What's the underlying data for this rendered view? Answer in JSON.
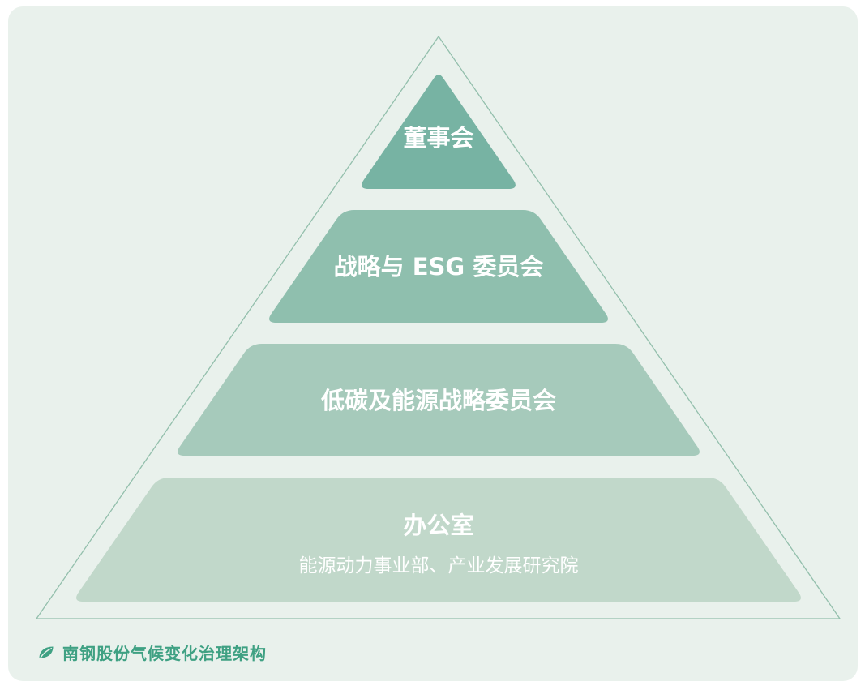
{
  "diagram": {
    "caption": "南钢股份气候变化治理架构",
    "background_color": "#e9f1ec",
    "outline_color": "#93bfac",
    "caption_color": "#3fa183",
    "label_color": "#ffffff",
    "layers": [
      {
        "label": "董事会",
        "color": "#77b3a3"
      },
      {
        "label": "战略与 ESG 委员会",
        "color": "#8fbfae"
      },
      {
        "label": "低碳及能源战略委员会",
        "color": "#a6cabb"
      },
      {
        "label": "办公室",
        "sublabel": "能源动力事业部、产业发展研究院",
        "color": "#c1d8ca"
      }
    ]
  }
}
